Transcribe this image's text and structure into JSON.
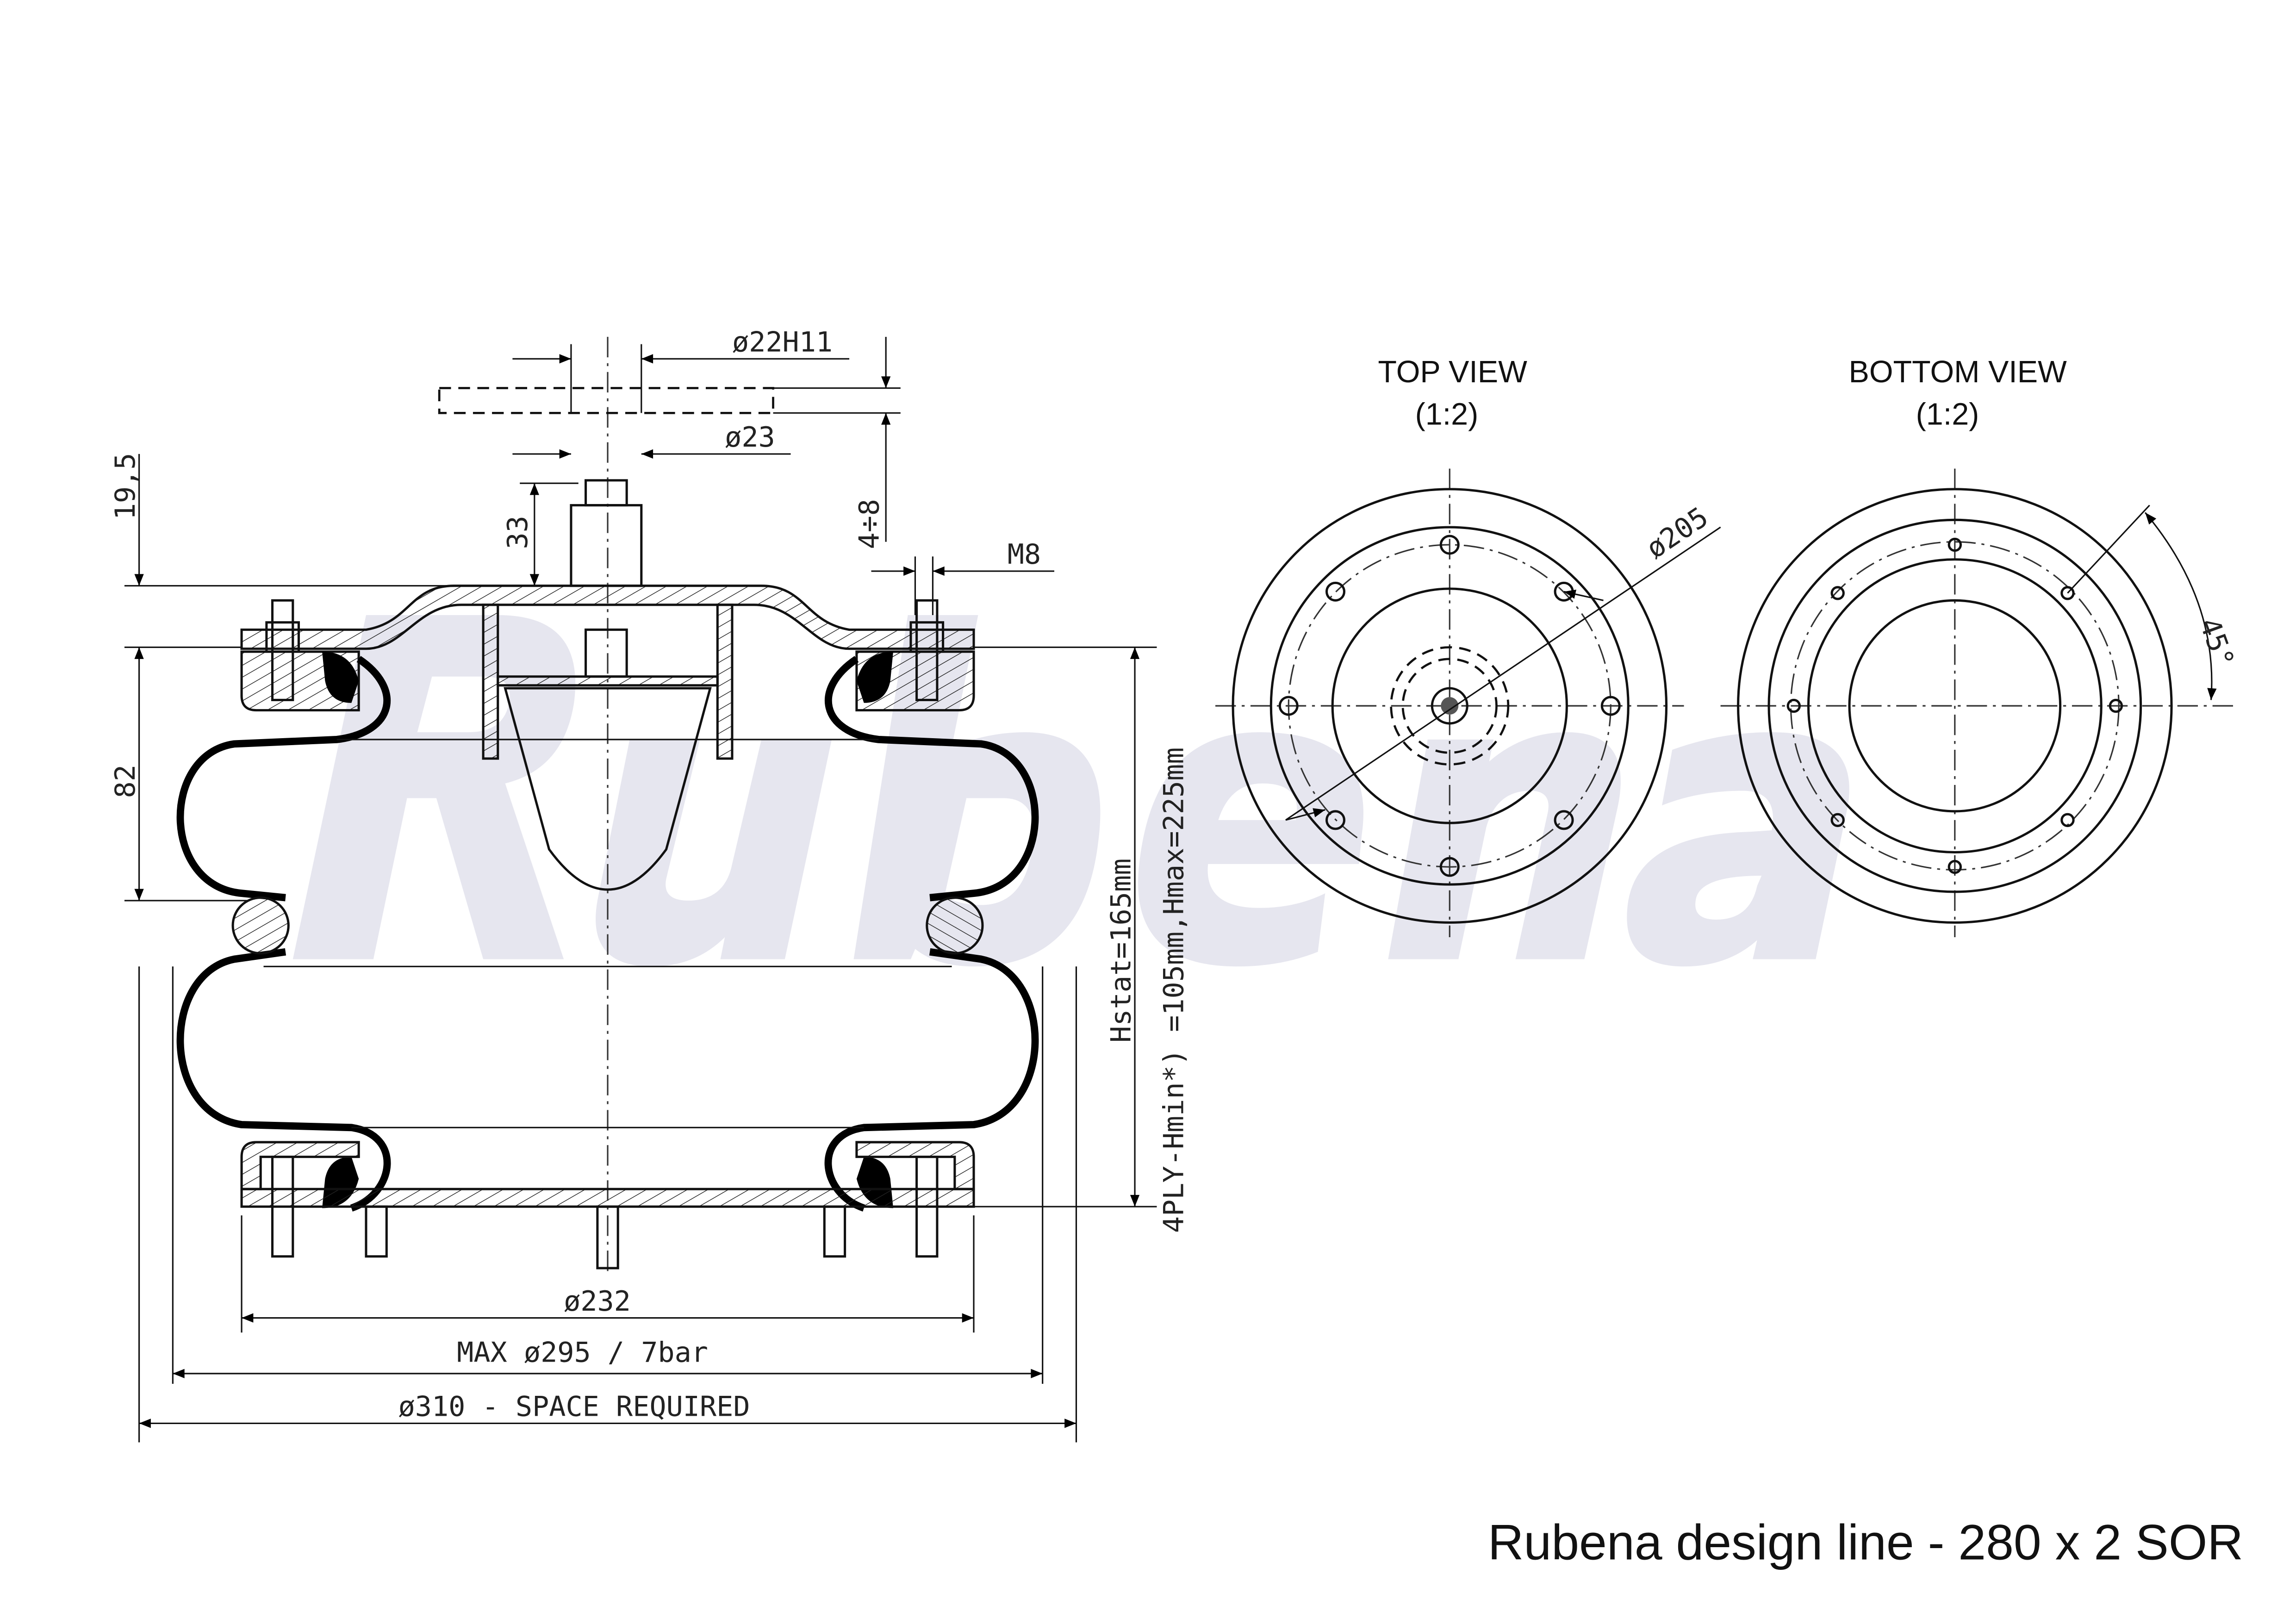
{
  "watermark": "Rubena",
  "title": "Rubena design line - 280 x 2 SOR",
  "side_view": {
    "dim_d22h11": "ø22H11",
    "dim_d23": "ø23",
    "dim_19_5": "19,5",
    "dim_33": "33",
    "dim_4to8": "4÷8",
    "dim_m8": "M8",
    "dim_82": "82",
    "dim_hstat": "Hstat=165mm",
    "dim_hmin_hmax": "4PLY-Hmin*) =105mm,Hmax=225mm",
    "dim_d232": "ø232",
    "dim_max295": "MAX ø295 / 7bar",
    "dim_d310": "ø310 - SPACE REQUIRED"
  },
  "top_view": {
    "label": "TOP VIEW",
    "scale": "(1:2)",
    "dim_d205": "ø205"
  },
  "bottom_view": {
    "label": "BOTTOM VIEW",
    "scale": "(1:2)",
    "dim_angle": "45°"
  }
}
